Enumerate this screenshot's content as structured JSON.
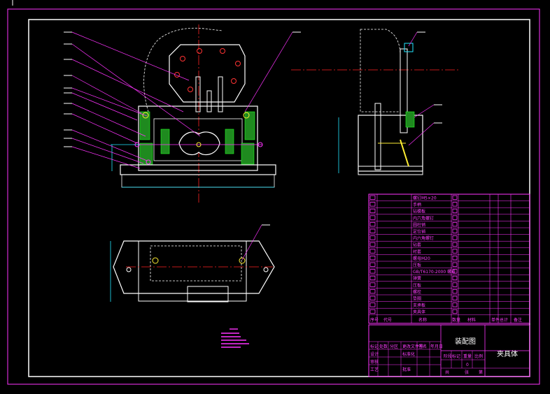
{
  "drawing": {
    "title": "装配图",
    "part_name": "夹具体",
    "colors": {
      "background": "#000000",
      "border": "#ffffff",
      "magenta": "#ff33ff",
      "cyan": "#22e6ff",
      "green": "#22ff22",
      "red": "#ff2222",
      "yellow": "#ffee33",
      "white": "#ffffff"
    }
  },
  "parts_list": [
    {
      "no": "",
      "name": "螺钉M5×20"
    },
    {
      "no": "",
      "name": "手柄"
    },
    {
      "no": "",
      "name": "钻模板"
    },
    {
      "no": "",
      "name": "内六角螺钉"
    },
    {
      "no": "",
      "name": "圆柱销"
    },
    {
      "no": "",
      "name": "定位销"
    },
    {
      "no": "",
      "name": "内六角螺钉"
    },
    {
      "no": "",
      "name": "钻套"
    },
    {
      "no": "",
      "name": "衬套"
    },
    {
      "no": "",
      "name": "螺母M20"
    },
    {
      "no": "",
      "name": "压板"
    },
    {
      "no": "",
      "name": "GB/T6170-2000 螺母",
      "name_short": "GB/T6170-2000"
    },
    {
      "no": "",
      "name": "弹簧"
    },
    {
      "no": "",
      "name": "压板"
    },
    {
      "no": "",
      "name": "螺栓"
    },
    {
      "no": "",
      "name": "垫圈"
    },
    {
      "no": "",
      "name": "支承板"
    },
    {
      "no": "",
      "name": "夹具体"
    }
  ],
  "parts_header": {
    "col1": "序号",
    "col2": "代号",
    "col3": "名称",
    "col4": "数量",
    "col5": "材料",
    "col6": "单件",
    "col7": "总计",
    "col8": "备注"
  },
  "title_block": {
    "labels": {
      "mark": "标记",
      "count": "处数",
      "zone": "分区",
      "doc_no": "更改文件号",
      "sign": "签名",
      "date": "年月日",
      "design": "设计",
      "standard": "标准化",
      "review": "审核",
      "craft": "工艺",
      "approve": "批准",
      "stage": "阶段标记",
      "weight": "重量",
      "scale": "比例",
      "sheet_total": "共",
      "sheet": "张",
      "sheet_no": "第",
      "zero": "0"
    }
  }
}
